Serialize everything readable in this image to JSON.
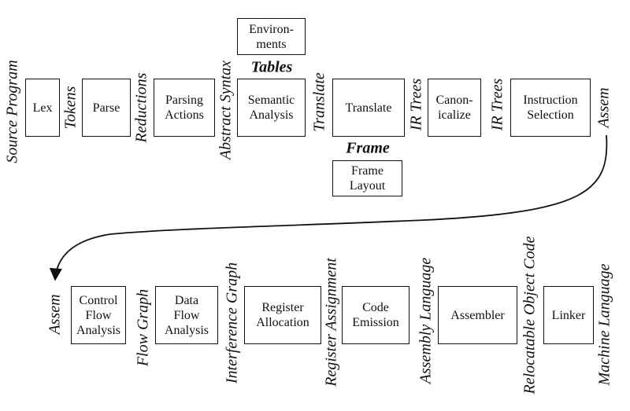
{
  "boxes": {
    "lex": "Lex",
    "parse": "Parse",
    "parsing_actions": "Parsing\nActions",
    "semantic_analysis": "Semantic\nAnalysis",
    "environments": "Environ-\nments",
    "translate": "Translate",
    "frame_layout": "Frame\nLayout",
    "canonicalize": "Canon-\nicalize",
    "instruction_selection": "Instruction\nSelection",
    "control_flow_analysis": "Control\nFlow\nAnalysis",
    "data_flow_analysis": "Data\nFlow\nAnalysis",
    "register_allocation": "Register\nAllocation",
    "code_emission": "Code\nEmission",
    "assembler": "Assembler",
    "linker": "Linker"
  },
  "labels": {
    "source_program": "Source Program",
    "tokens": "Tokens",
    "reductions": "Reductions",
    "abstract_syntax": "Abstract Syntax",
    "tables": "Tables",
    "translate_edge": "Translate",
    "frame": "Frame",
    "ir_trees_1": "IR Trees",
    "ir_trees_2": "IR Trees",
    "assem_top": "Assem",
    "assem_bottom": "Assem",
    "flow_graph": "Flow Graph",
    "interference_graph": "Interference Graph",
    "register_assignment": "Register Assignment",
    "assembly_language": "Assembly Language",
    "relocatable_object_code": "Relocatable Object Code",
    "machine_language": "Machine Language"
  }
}
